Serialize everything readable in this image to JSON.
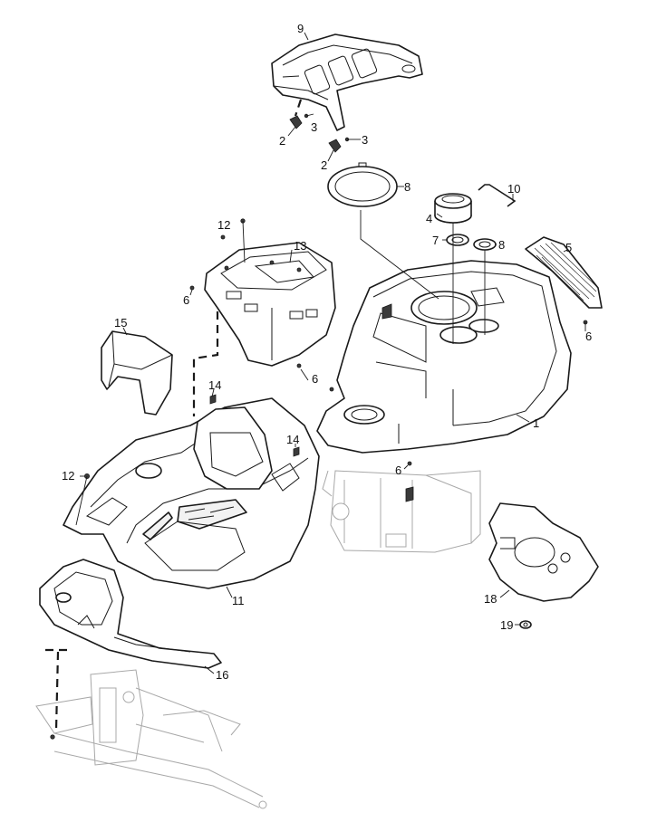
{
  "colors": {
    "line": "#1a1a1a",
    "ghost": "#a8a8a8",
    "background": "#ffffff"
  },
  "callouts": {
    "c1": "1",
    "c2a": "2",
    "c2b": "2",
    "c3a": "3",
    "c3b": "3",
    "c4": "4",
    "c5": "5",
    "c6a": "6",
    "c6b": "6",
    "c6c": "6",
    "c6d": "6",
    "c7": "7",
    "c8a": "8",
    "c8b": "8",
    "c9": "9",
    "c10": "10",
    "c11": "11",
    "c12a": "12",
    "c12b": "12",
    "c13": "13",
    "c14a": "14",
    "c14b": "14",
    "c15": "15",
    "c16": "16",
    "c18": "18",
    "c19": "19"
  }
}
